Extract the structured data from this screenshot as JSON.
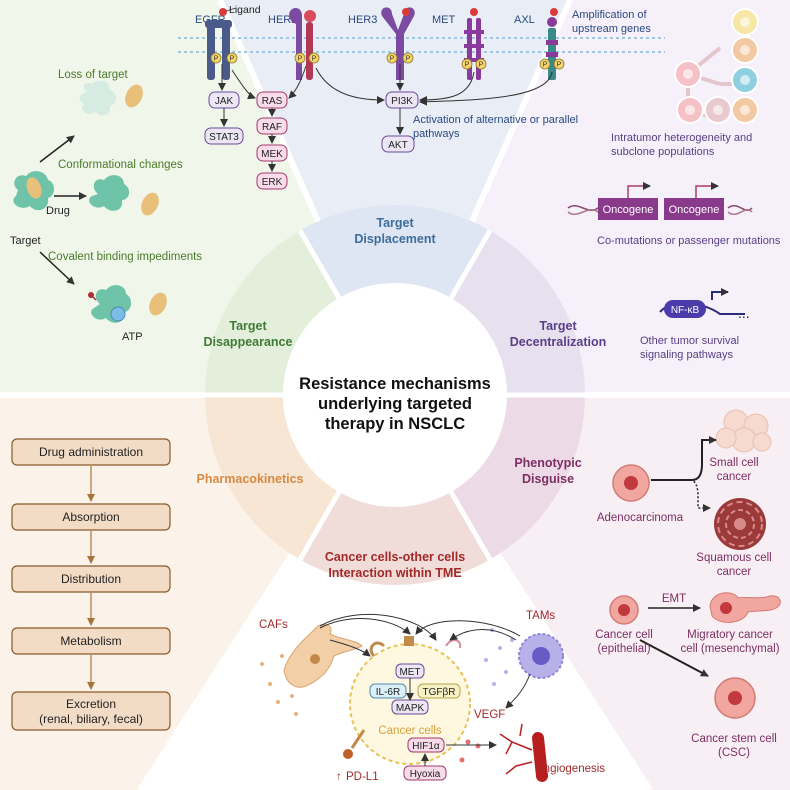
{
  "center": {
    "line1": "Resistance mechanisms",
    "line2": "underlying targeted",
    "line3": "therapy in NSCLC"
  },
  "sectors": {
    "displacement": {
      "line1": "Target",
      "line2": "Displacement",
      "color": "#3e6c9c"
    },
    "disappearance": {
      "line1": "Target",
      "line2": "Disappearance",
      "color": "#3f7a36"
    },
    "decentralization": {
      "line1": "Target",
      "line2": "Decentralization",
      "color": "#5a3e86"
    },
    "pharmacokinetics": {
      "line1": "Pharmacokinetics",
      "color": "#d88a43"
    },
    "phenotypic": {
      "line1": "Phenotypic",
      "line2": "Disguise",
      "color": "#7d2e63"
    },
    "tme": {
      "line1": "Cancer cells-other cells",
      "line2": "Interaction within TME",
      "color": "#a32a2a"
    }
  },
  "receptors": {
    "egfr": "EGFR",
    "her2": "HER2",
    "her3": "HER3",
    "met": "MET",
    "axl": "AXL",
    "ligand": "Ligand",
    "phospho": "P"
  },
  "pathways": {
    "jak": "JAK",
    "stat3": "STAT3",
    "ras": "RAS",
    "raf": "RAF",
    "mek": "MEK",
    "erk": "ERK",
    "pi3k": "PI3K",
    "akt": "AKT",
    "amplification_line1": "Amplification of",
    "amplification_line2": "upstream genes",
    "activation_line1": "Activation of alternative or parallel",
    "activation_line2": "pathways"
  },
  "disappearance": {
    "loss": "Loss of target",
    "conformational": "Conformational changes",
    "drug": "Drug",
    "target": "Target",
    "covalent": "Covalent binding impediments",
    "atp": "ATP"
  },
  "decentralization": {
    "heterogeneity_line1": "Intratumor heterogeneity and",
    "heterogeneity_line2": "subclone populations",
    "oncogene": "Oncogene",
    "comutations": "Co-mutations or passenger mutations",
    "nfkb": "NF-κB",
    "ellipsis": "...",
    "survival_line1": "Other tumor survival",
    "survival_line2": "signaling pathways",
    "clone_colors": [
      "#f6e7a6",
      "#f3c9a3",
      "#f5c1c7",
      "#8fd0e0",
      "#e8c9cf"
    ]
  },
  "pk_steps": [
    {
      "label": "Drug administration"
    },
    {
      "label": "Absorption"
    },
    {
      "label": "Distribution"
    },
    {
      "label": "Metabolism"
    },
    {
      "label": "Excretion",
      "label2": "(renal, biliary, fecal)"
    }
  ],
  "phenotypic": {
    "small_cell_line1": "Small cell",
    "small_cell_line2": "cancer",
    "adenocarcinoma": "Adenocarcinoma",
    "squamous_line1": "Squamous cell",
    "squamous_line2": "cancer",
    "emt": "EMT",
    "cancer_cell_line1": "Cancer cell",
    "cancer_cell_line2": "(epithelial)",
    "migratory_line1": "Migratory cancer",
    "migratory_line2": "cell (mesenchymal)",
    "csc_line1": "Cancer stem cell",
    "csc_line2": "(CSC)"
  },
  "tme": {
    "cafs": "CAFs",
    "tams": "TAMs",
    "met": "MET",
    "il6r": "IL-6R",
    "tgfbr": "TGFβR",
    "mapk": "MAPK",
    "cancer_cells": "Cancer cells",
    "hif1a": "HIF1α",
    "hypoxia": "Hyoxia",
    "vegf": "VEGF",
    "angiogenesis": "Angiogenesis",
    "pdl1": "PD-L1",
    "up_arrow": "↑"
  }
}
